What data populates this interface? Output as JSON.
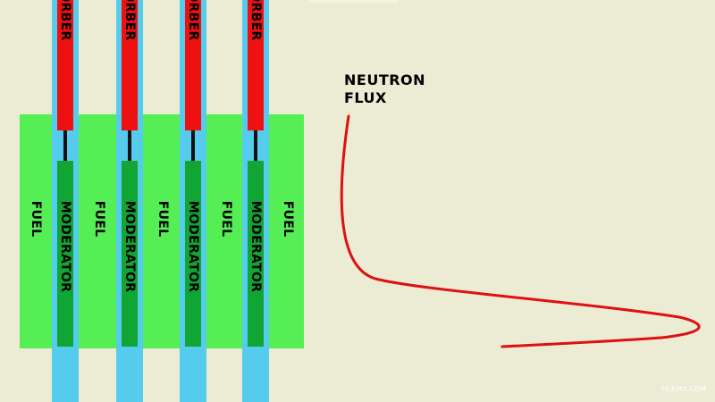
{
  "labels": {
    "fuel": "FUEL",
    "moderator": "MODERATOR",
    "absorber_visible": "ORBER",
    "neutron_flux_line1": "NEUTRON",
    "neutron_flux_line2": "FLUX"
  },
  "watermark": "HLKMX.COM",
  "colors": {
    "background": "#ecebd4",
    "fuel": "#55ee55",
    "coolant_channel": "#55ccee",
    "absorber": "#ee1111",
    "moderator": "#11a633",
    "flux_curve": "#dd1111"
  }
}
